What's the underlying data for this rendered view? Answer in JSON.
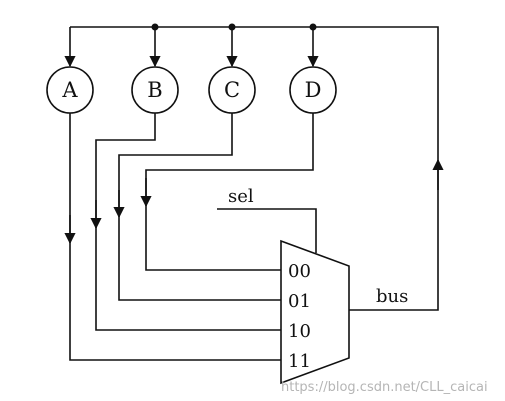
{
  "registers": [
    {
      "label": "A"
    },
    {
      "label": "B"
    },
    {
      "label": "C"
    },
    {
      "label": "D"
    }
  ],
  "mux": {
    "select_label": "sel",
    "inputs": [
      "00",
      "01",
      "10",
      "11"
    ],
    "output_label": "bus"
  },
  "watermark": "https://blog.csdn.net/CLL_caicai",
  "colors": {
    "line": "#111111",
    "watermark": "#b5b5b5"
  }
}
